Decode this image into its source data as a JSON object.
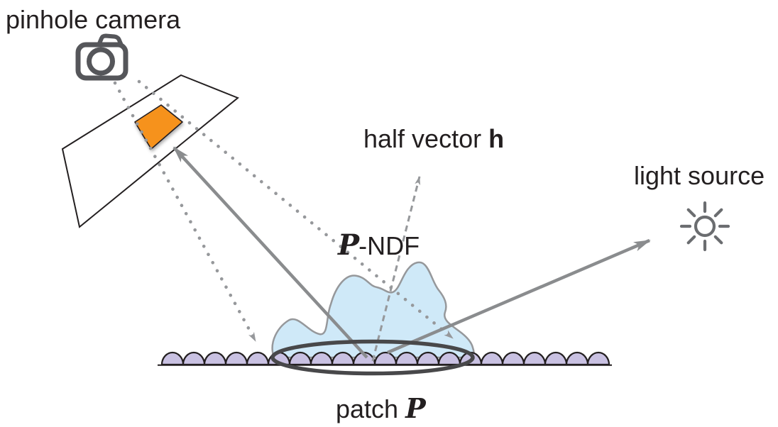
{
  "labels": {
    "pinhole_camera": "pinhole camera",
    "half_vector_prefix": "half vector ",
    "half_vector_symbol": "h",
    "pndf_symbol": "P",
    "pndf_suffix": "-NDF",
    "light_source": "light source",
    "patch_prefix": "patch ",
    "patch_symbol": "P"
  },
  "icons": {
    "camera_icon": "camera",
    "sun_icon": "sun"
  },
  "colors": {
    "pixel_footprint_orange": "#F6921E",
    "ndf_lobe_blue": "#CFE9F8",
    "surface_lavender": "#C9C1E2",
    "solid_arrow_gray": "#8A8C8E",
    "dotted_line_gray": "#96989B",
    "patch_ellipse_gray": "#48484A",
    "icon_gray": "#55565A",
    "outline_dark": "#231F20",
    "background": "#FFFFFF"
  }
}
